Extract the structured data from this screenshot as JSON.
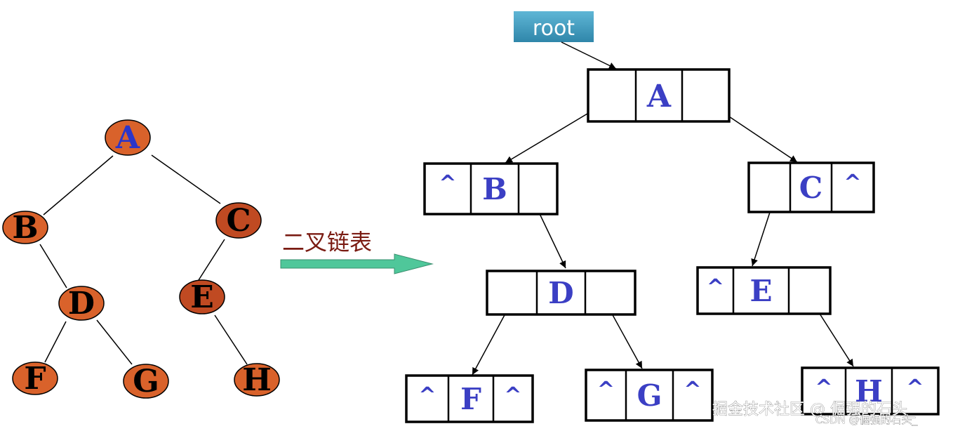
{
  "tree": {
    "nodes": [
      {
        "id": "A",
        "label": "A"
      },
      {
        "id": "B",
        "label": "B"
      },
      {
        "id": "C",
        "label": "C"
      },
      {
        "id": "D",
        "label": "D"
      },
      {
        "id": "E",
        "label": "E"
      },
      {
        "id": "F",
        "label": "F"
      },
      {
        "id": "G",
        "label": "G"
      },
      {
        "id": "H",
        "label": "H"
      }
    ],
    "edges": [
      [
        "A",
        "B"
      ],
      [
        "A",
        "C"
      ],
      [
        "B",
        "D"
      ],
      [
        "C",
        "E"
      ],
      [
        "D",
        "F"
      ],
      [
        "D",
        "G"
      ],
      [
        "E",
        "H"
      ]
    ]
  },
  "arrow": {
    "label": "二叉链表"
  },
  "root_label": "root",
  "linked": {
    "null_symbol": "^",
    "nodes": [
      {
        "id": "A",
        "label": "A",
        "left_null": false,
        "right_null": false
      },
      {
        "id": "B",
        "label": "B",
        "left_null": true,
        "right_null": false
      },
      {
        "id": "C",
        "label": "C",
        "left_null": false,
        "right_null": true
      },
      {
        "id": "D",
        "label": "D",
        "left_null": false,
        "right_null": false
      },
      {
        "id": "E",
        "label": "E",
        "left_null": true,
        "right_null": false
      },
      {
        "id": "F",
        "label": "F",
        "left_null": true,
        "right_null": true
      },
      {
        "id": "G",
        "label": "G",
        "left_null": true,
        "right_null": true
      },
      {
        "id": "H",
        "label": "H",
        "left_null": true,
        "right_null": true
      }
    ]
  },
  "colors": {
    "node_fill": "#d9622b",
    "node_fill_dark": "#c04a22",
    "letter_blue": "#3b3fc4",
    "root_fill": "#3a9bbf",
    "arrow_fill": "#4fc79a",
    "caption": "#7a1b12"
  },
  "watermark": {
    "line1": "掘金技术社区 @ 倔强的石头_",
    "line2": "CSDN @倔强的石头_"
  }
}
